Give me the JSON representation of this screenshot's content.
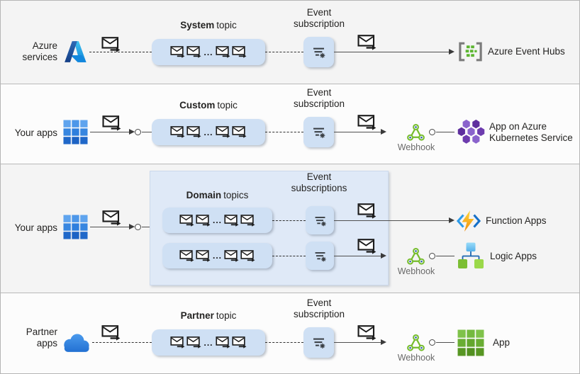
{
  "ellipsis": "...",
  "rows": [
    {
      "source_label": "Azure services",
      "source_icon": "azure-logo",
      "topic_bold": "System",
      "topic_rest": "topic",
      "subscription_label": "Event subscription",
      "target_label": "Azure Event Hubs",
      "target_icon": "event-hubs"
    },
    {
      "source_label": "Your apps",
      "source_icon": "apps-grid-blue",
      "topic_bold": "Custom",
      "topic_rest": "topic",
      "subscription_label": "Event subscription",
      "webhook_label": "Webhook",
      "target_label": "App on Azure Kubernetes Service",
      "target_icon": "kubernetes"
    },
    {
      "source_label": "Your apps",
      "source_icon": "apps-grid-blue",
      "panel_title_bold": "Domain",
      "panel_title_rest": "topics",
      "subscription_label": "Event subscriptions",
      "branches": [
        {
          "target_label": "Function Apps",
          "target_icon": "function-apps"
        },
        {
          "webhook_label": "Webhook",
          "target_label": "Logic Apps",
          "target_icon": "logic-apps"
        }
      ]
    },
    {
      "source_label": "Partner apps",
      "source_icon": "cloud",
      "topic_bold": "Partner",
      "topic_rest": "topic",
      "subscription_label": "Event subscription",
      "webhook_label": "Webhook",
      "target_label": "App",
      "target_icon": "apps-grid-green"
    }
  ],
  "colors": {
    "topic_box_fill": "#cfe0f4",
    "domain_panel_fill": "#dfe9f7",
    "row_bg_a": "#f4f4f4",
    "row_bg_b": "#fcfcfc",
    "divider": "#b9b9b9",
    "connector_line": "#4f4f4f",
    "webhook_green": "#76bc2d",
    "label_text": "#242322",
    "webhook_label_text": "#6a6a6a"
  }
}
